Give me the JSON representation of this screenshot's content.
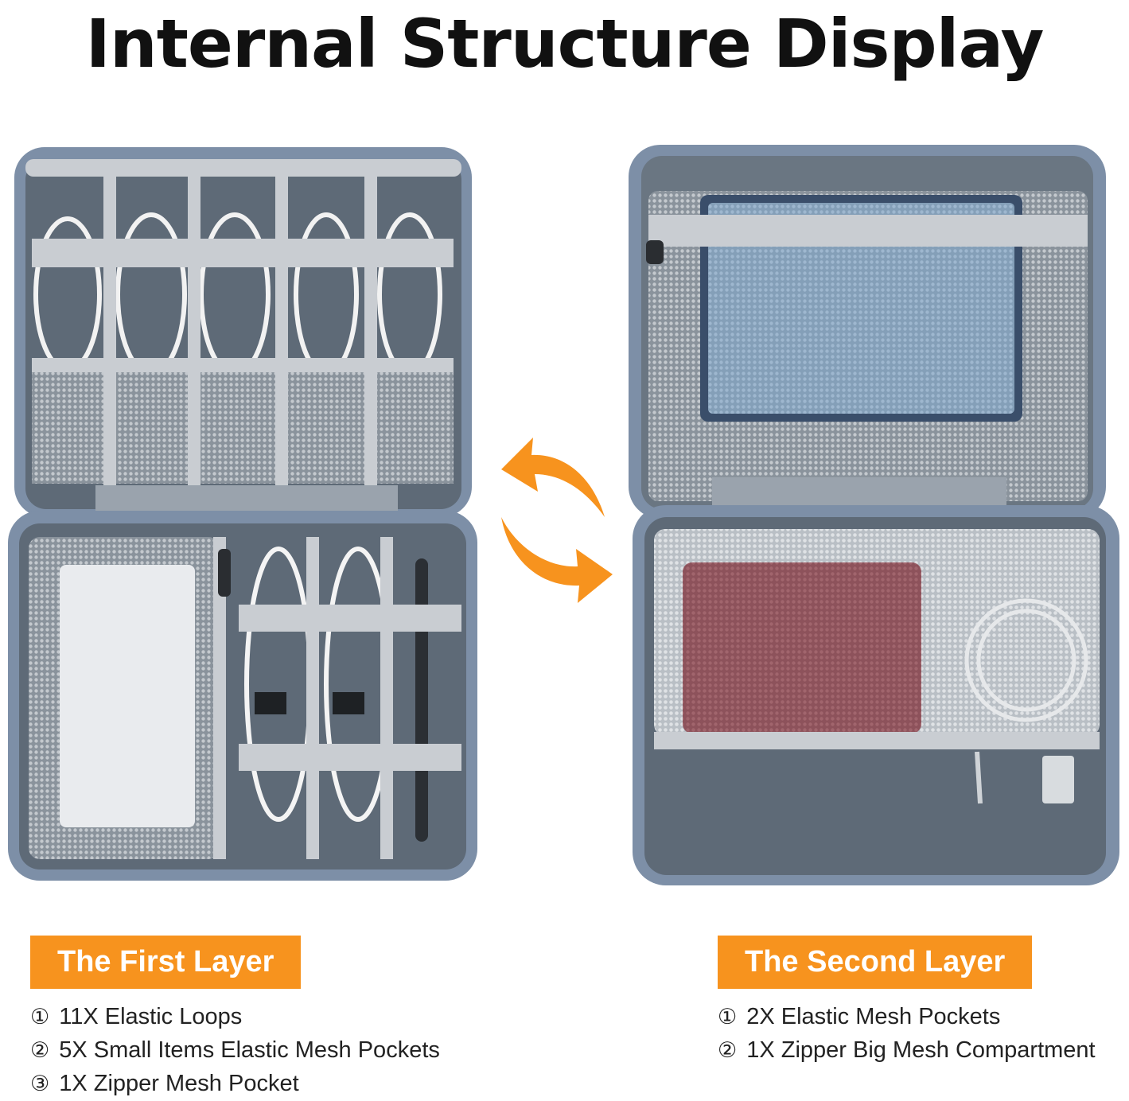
{
  "headline": "Internal Structure Display",
  "layers": [
    {
      "title": "The First Layer",
      "features": [
        {
          "num": "①",
          "text": "11X Elastic Loops"
        },
        {
          "num": "②",
          "text": "5X Small Items Elastic Mesh Pockets"
        },
        {
          "num": "③",
          "text": "1X Zipper Mesh Pocket"
        }
      ]
    },
    {
      "title": "The Second Layer",
      "features": [
        {
          "num": "①",
          "text": "2X Elastic Mesh Pockets"
        },
        {
          "num": "②",
          "text": "1X Zipper Big Mesh Compartment"
        }
      ]
    }
  ],
  "colors": {
    "accent": "#f7931e",
    "case_shell": "#7a8ea8",
    "lining": "#5f6b78",
    "band": "#c9cdd2",
    "mesh": "#bfc4c9"
  },
  "icons": {
    "swap": "swap-arrows-icon"
  }
}
